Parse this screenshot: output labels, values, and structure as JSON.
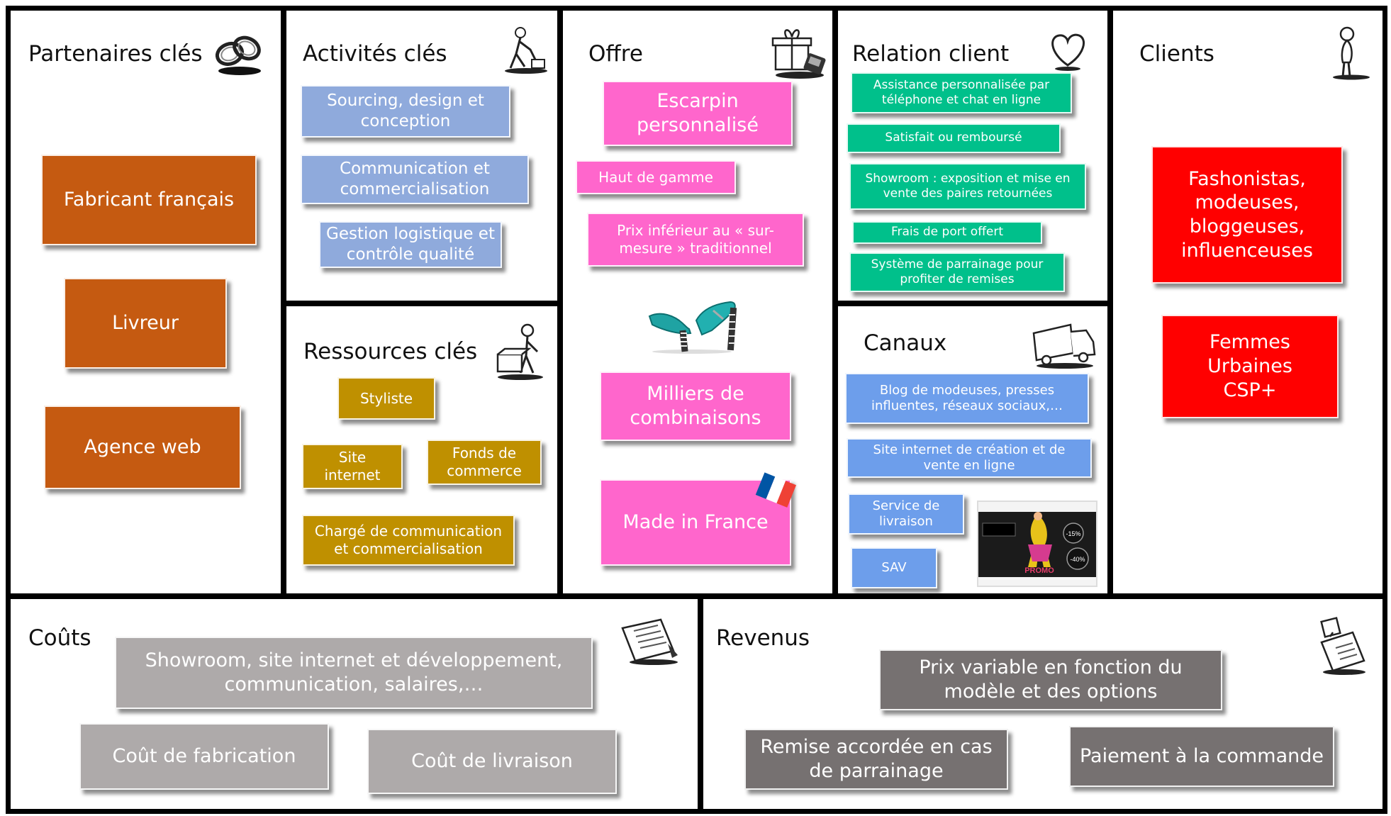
{
  "canvas": {
    "sections": {
      "partenaires": {
        "title": "Partenaires clés",
        "items": [
          "Fabricant français",
          "Livreur",
          "Agence web"
        ]
      },
      "activites": {
        "title": "Activités clés",
        "items": [
          "Sourcing, design et conception",
          "Communication et commercialisation",
          "Gestion logistique et contrôle qualité"
        ]
      },
      "ressources": {
        "title": "Ressources clés",
        "items": [
          "Styliste",
          "Site internet",
          "Fonds de commerce",
          "Chargé de communication et commercialisation"
        ]
      },
      "offre": {
        "title": "Offre",
        "items": [
          "Escarpin personnalisé",
          "Haut de gamme",
          "Prix inférieur au « sur-mesure » traditionnel",
          "Milliers de combinaisons",
          "Made in France"
        ]
      },
      "relation": {
        "title": "Relation client",
        "items": [
          "Assistance personnalisée par téléphone et chat en ligne",
          "Satisfait ou remboursé",
          "Showroom : exposition et mise en vente des paires retournées",
          "Frais de port offert",
          "Système de parrainage pour profiter de remises"
        ]
      },
      "canaux": {
        "title": "Canaux",
        "items": [
          "Blog de modeuses, presses influentes, réseaux sociaux,…",
          "Site internet de création et de vente en ligne",
          "Service de livraison",
          "SAV"
        ]
      },
      "clients": {
        "title": "Clients",
        "items": [
          "Fashonistas, modeuses, bloggeuses, influenceuses",
          "Femmes Urbaines CSP+"
        ]
      },
      "couts": {
        "title": "Coûts",
        "items": [
          "Showroom, site internet et développement, communication, salaires,…",
          "Coût de fabrication",
          "Coût de livraison"
        ]
      },
      "revenus": {
        "title": "Revenus",
        "items": [
          "Prix variable en fonction du modèle et des options",
          "Remise accordée en cas de parrainage",
          "Paiement à la commande"
        ]
      }
    },
    "ad_thumbnail": {
      "badge1": "-15%",
      "badge2": "-40%",
      "promo": "PROMO"
    },
    "colors": {
      "partenaires": "#c55a11",
      "activites": "#8faadc",
      "ressources": "#bf9000",
      "offre": "#ff66cc",
      "relation": "#00c08b",
      "canaux": "#6d9eeb",
      "clients": "#ff0000",
      "couts": "#aeaaaa",
      "revenus": "#767171"
    }
  }
}
